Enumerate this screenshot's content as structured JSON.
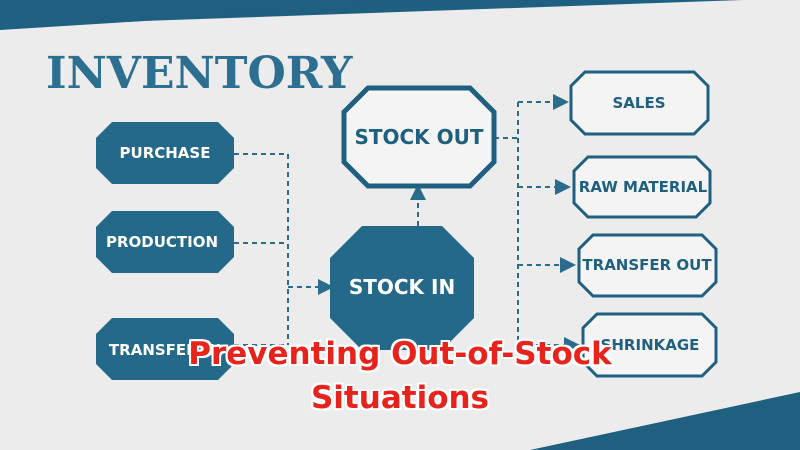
{
  "diagram": {
    "title": "INVENTORY",
    "sources": [
      "PURCHASE",
      "PRODUCTION",
      "TRANSFER IN"
    ],
    "center_in": "STOCK IN",
    "center_out": "STOCK OUT",
    "outputs": [
      "SALES",
      "RAW MATERIAL",
      "TRANSFER OUT",
      "SHRINKAGE"
    ]
  },
  "caption": {
    "line1": "Preventing Out-of-Stock",
    "line2": "Situations"
  },
  "colors": {
    "background": "#ececec",
    "accent_dark": "#1f5f80",
    "filled_box": "#25698a",
    "caption": "#e8231c"
  }
}
